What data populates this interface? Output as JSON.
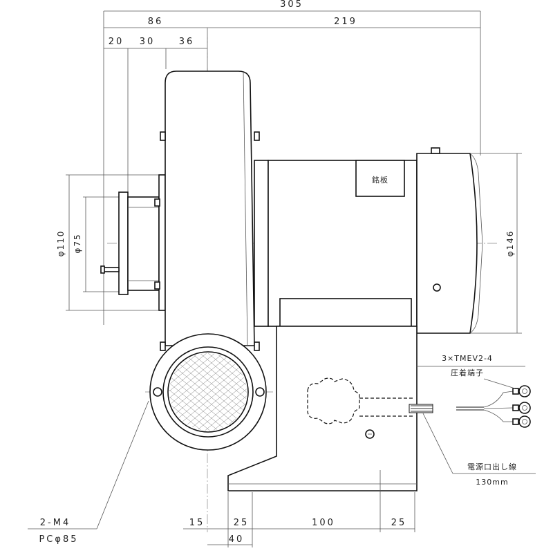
{
  "dimensions": {
    "overall_width": "305",
    "left_width": "86",
    "right_width": "219",
    "left_segments": [
      "20",
      "30",
      "36"
    ],
    "outer_diameter": "φ110",
    "inner_diameter": "φ75",
    "motor_diameter": "φ146",
    "base_segments": [
      "15",
      "25",
      "100",
      "25"
    ],
    "base_bottom": "40"
  },
  "labels": {
    "nameplate": "銘板",
    "terminal_spec": "3×TMEV2-4",
    "terminal_name": "圧着端子",
    "lead_name": "電源口出し線",
    "lead_length": "130mm",
    "screw_spec": "2-M4",
    "pcd": "PCφ85"
  }
}
